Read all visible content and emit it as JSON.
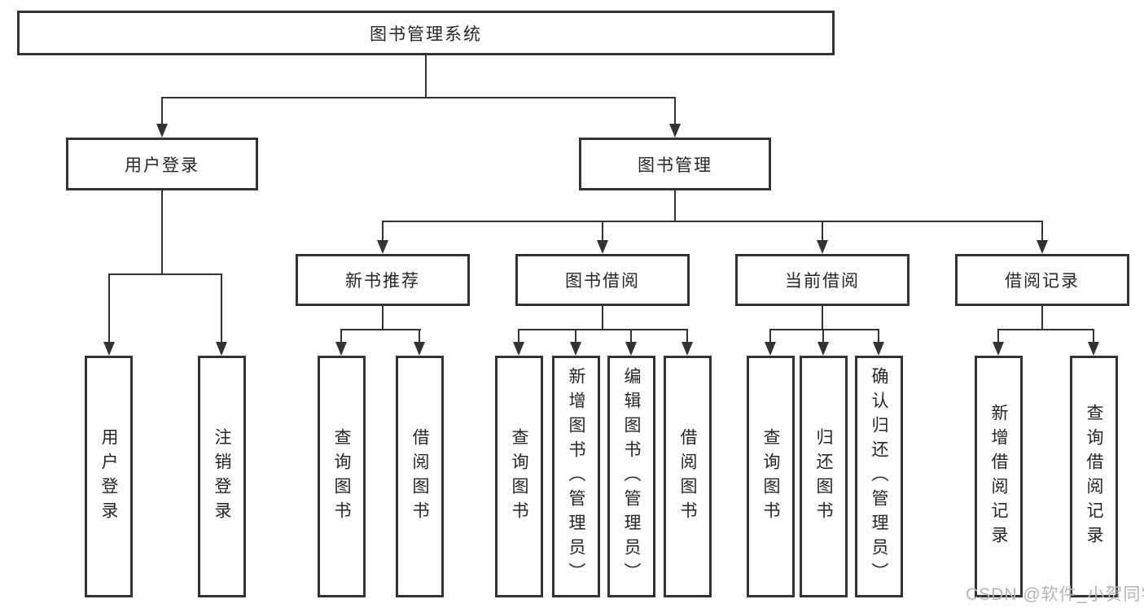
{
  "colors": {
    "line": "#333333",
    "text": "#262626",
    "background": "#ffffff",
    "watermark": "#b5b5b5"
  },
  "watermark": {
    "text": "CSDN @软件_小贺同学"
  },
  "tree": {
    "root": {
      "label": "图书管理系统",
      "children": [
        {
          "label": "用户登录",
          "children": [
            {
              "label": "用户登录"
            },
            {
              "label": "注销登录"
            }
          ]
        },
        {
          "label": "图书管理",
          "children": [
            {
              "label": "新书推荐",
              "children": [
                {
                  "label": "查询图书"
                },
                {
                  "label": "借阅图书"
                }
              ]
            },
            {
              "label": "图书借阅",
              "children": [
                {
                  "label": "查询图书"
                },
                {
                  "label": "新增图书（管理员）"
                },
                {
                  "label": "编辑图书（管理员）"
                },
                {
                  "label": "借阅图书"
                }
              ]
            },
            {
              "label": "当前借阅",
              "children": [
                {
                  "label": "查询图书"
                },
                {
                  "label": "归还图书"
                },
                {
                  "label": "确认归还（管理员）"
                }
              ]
            },
            {
              "label": "借阅记录",
              "children": [
                {
                  "label": "新增借阅记录"
                },
                {
                  "label": "查询借阅记录"
                }
              ]
            }
          ]
        }
      ]
    }
  }
}
